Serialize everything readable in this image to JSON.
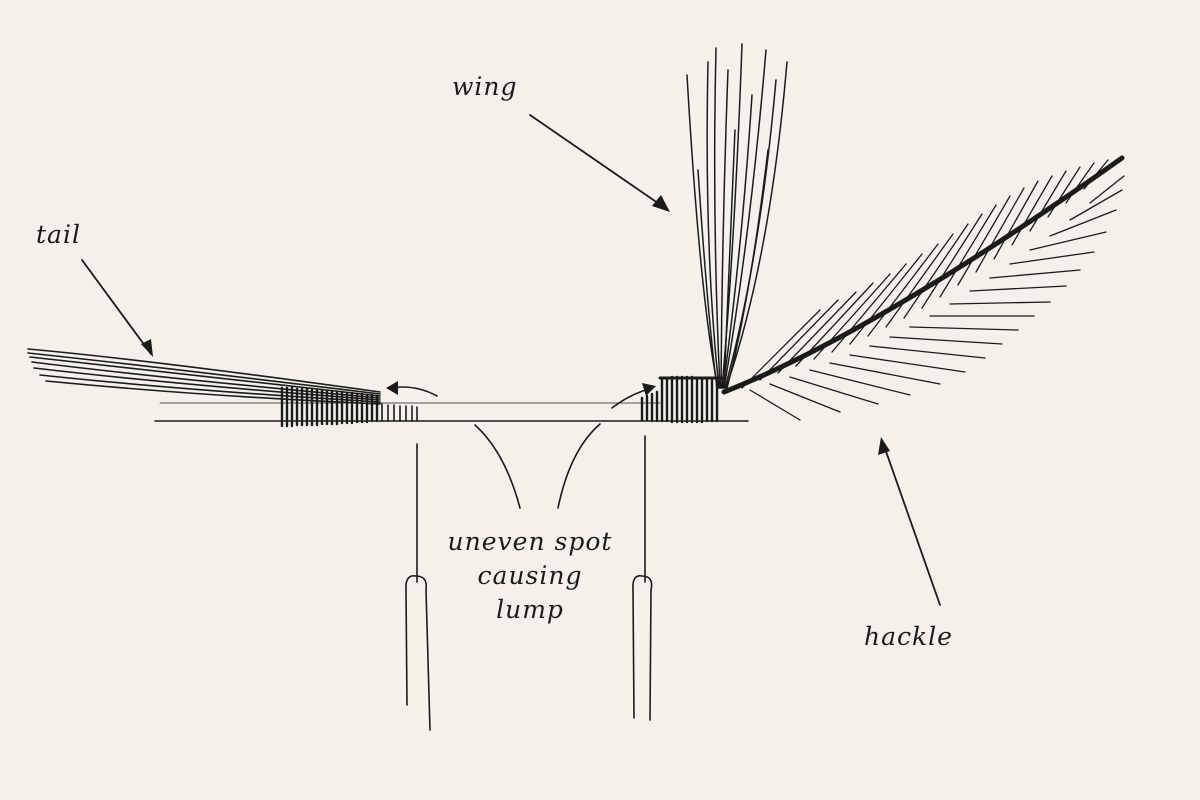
{
  "labels": {
    "wing": "wing",
    "tail": "tail",
    "hackle": "hackle",
    "uneven_line1": "uneven spot",
    "uneven_line2": "causing",
    "uneven_line3": "lump"
  },
  "colors": {
    "background": "#f3f1ea",
    "ink": "#1b1b1b"
  }
}
